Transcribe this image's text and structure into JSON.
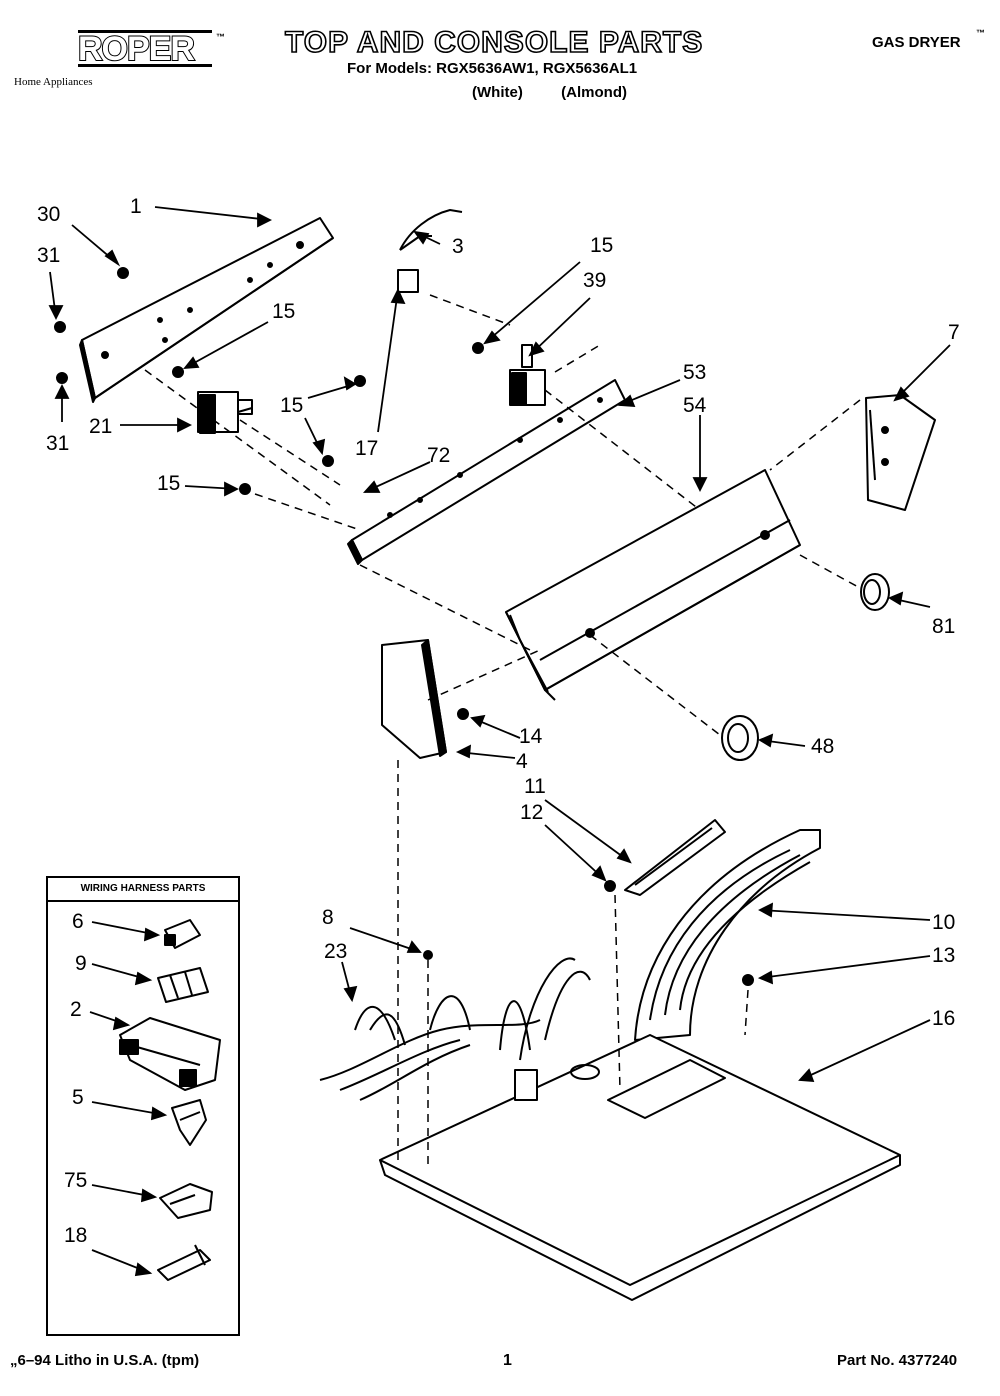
{
  "header": {
    "brand": "ROPER",
    "brand_tagline": "Home Appliances",
    "trademark": "™",
    "title": "TOP AND CONSOLE PARTS",
    "models_line": "For Models: RGX5636AW1, RGX5636AL1",
    "color_white": "(White)",
    "color_almond": "(Almond)",
    "appliance_type": "GAS DRYER",
    "type_mark": "™"
  },
  "harness_box": {
    "heading": "WIRING HARNESS PARTS"
  },
  "callouts": {
    "c30": "30",
    "c1": "1",
    "c31a": "31",
    "c31b": "31",
    "c3": "3",
    "c15a": "15",
    "c39": "39",
    "c15b": "15",
    "c7": "7",
    "c21": "21",
    "c15c": "15",
    "c17": "17",
    "c53": "53",
    "c54": "54",
    "c72": "72",
    "c15d": "15",
    "c81": "81",
    "c14": "14",
    "c4": "4",
    "c48": "48",
    "c11": "11",
    "c12": "12",
    "c10": "10",
    "c8": "8",
    "c23": "23",
    "c13": "13",
    "c16": "16",
    "h6": "6",
    "h9": "9",
    "h2": "2",
    "h5": "5",
    "h75": "75",
    "h18": "18"
  },
  "footer": {
    "litho": "„6–94 Litho in U.S.A. (tpm)",
    "page": "1",
    "part_no": "Part No. 4377240"
  }
}
